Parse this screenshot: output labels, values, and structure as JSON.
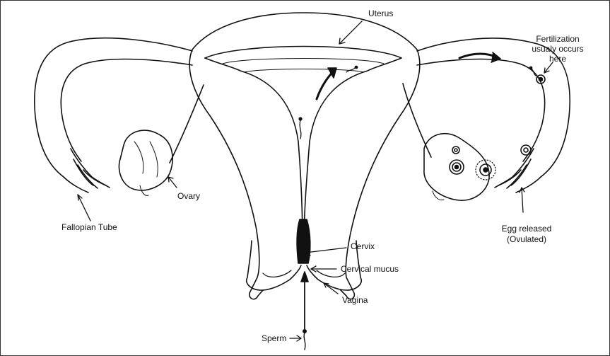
{
  "labels": {
    "uterus": "Uterus",
    "fertilization_line1": "Fertilization",
    "fertilization_line2": "usualy occurs",
    "fertilization_line3": "here",
    "ovary": "Ovary",
    "fallopian_tube": "Fallopian Tube",
    "cervix": "Cervix",
    "cervical_mucus": "Cervical mucus",
    "vagina": "Vagina",
    "sperm": "Sperm",
    "egg_released_line1": "Egg released",
    "egg_released_line2": "(Ovulated)"
  },
  "colors": {
    "line": "#111111",
    "background": "#ffffff"
  }
}
